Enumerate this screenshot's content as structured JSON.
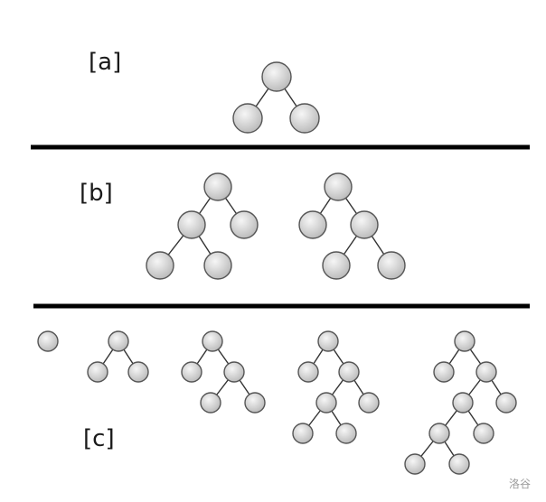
{
  "sections": {
    "a": {
      "label": "[a]"
    },
    "b": {
      "label": "[b]"
    },
    "c": {
      "label": "[c]"
    }
  },
  "watermark": "洛谷",
  "colors": {
    "node_fill_light": "#f4f4f4",
    "node_fill_dark": "#bdbdbd",
    "node_stroke": "#555555",
    "edge": "#333333",
    "divider": "#000000"
  }
}
